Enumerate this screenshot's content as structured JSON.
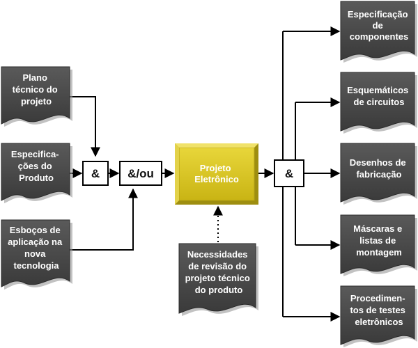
{
  "inputs": [
    {
      "id": "plano",
      "lines": [
        "Plano",
        "técnico do",
        "projeto"
      ]
    },
    {
      "id": "especificacoes",
      "lines": [
        "Especifica-",
        "ções do",
        "Produto"
      ]
    },
    {
      "id": "esbocos",
      "lines": [
        "Esboços de",
        "aplicação na",
        "nova",
        "tecnologia"
      ]
    }
  ],
  "gates": {
    "and_left": "&",
    "and_or": "&/ou",
    "and_right": "&"
  },
  "process": {
    "lines": [
      "Projeto",
      "Eletrônico"
    ]
  },
  "revision": {
    "lines": [
      "Necessidades",
      "de revisão do",
      "projeto técnico",
      "do produto"
    ]
  },
  "outputs": [
    {
      "id": "especificacao",
      "lines": [
        "Especificação",
        "de",
        "componentes"
      ]
    },
    {
      "id": "esquematicos",
      "lines": [
        "Esquemáticos",
        "de circuitos"
      ]
    },
    {
      "id": "desenhos",
      "lines": [
        "Desenhos de",
        "fabricação"
      ]
    },
    {
      "id": "mascaras",
      "lines": [
        "Máscaras e",
        "listas de",
        "montagem"
      ]
    },
    {
      "id": "procedimentos",
      "lines": [
        "Procedimen-",
        "tos de testes",
        "eletrônicos"
      ]
    }
  ],
  "colors": {
    "document_fill": "#454545",
    "document_edge": "#8a8a8a",
    "process_fill": "#d6c21e",
    "process_edge": "#a89514",
    "gate_fill": "#ffffff",
    "line": "#000000"
  }
}
